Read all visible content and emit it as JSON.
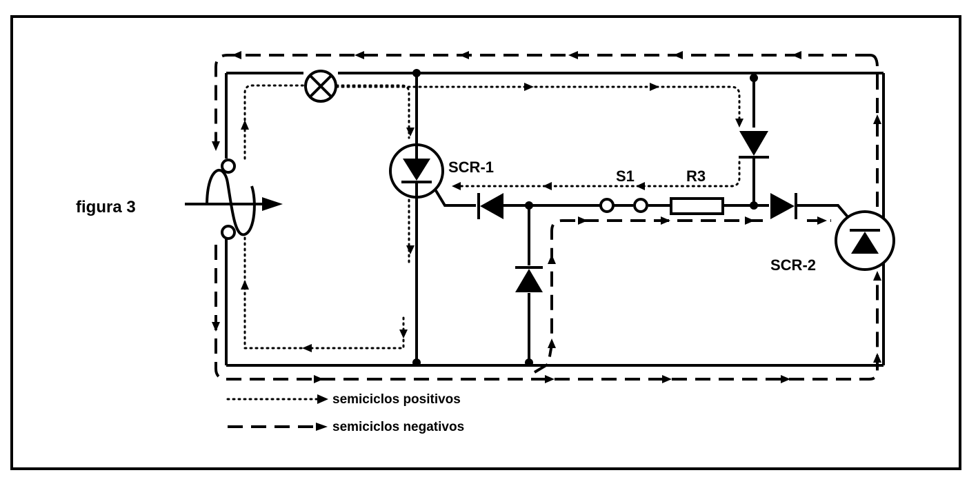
{
  "figure": {
    "label": "figura 3",
    "components": {
      "scr1": "SCR-1",
      "scr2": "SCR-2",
      "switch": "S1",
      "resistor": "R3"
    },
    "legend": {
      "positive": "semiciclos positivos",
      "negative": "semiciclos negativos"
    }
  }
}
